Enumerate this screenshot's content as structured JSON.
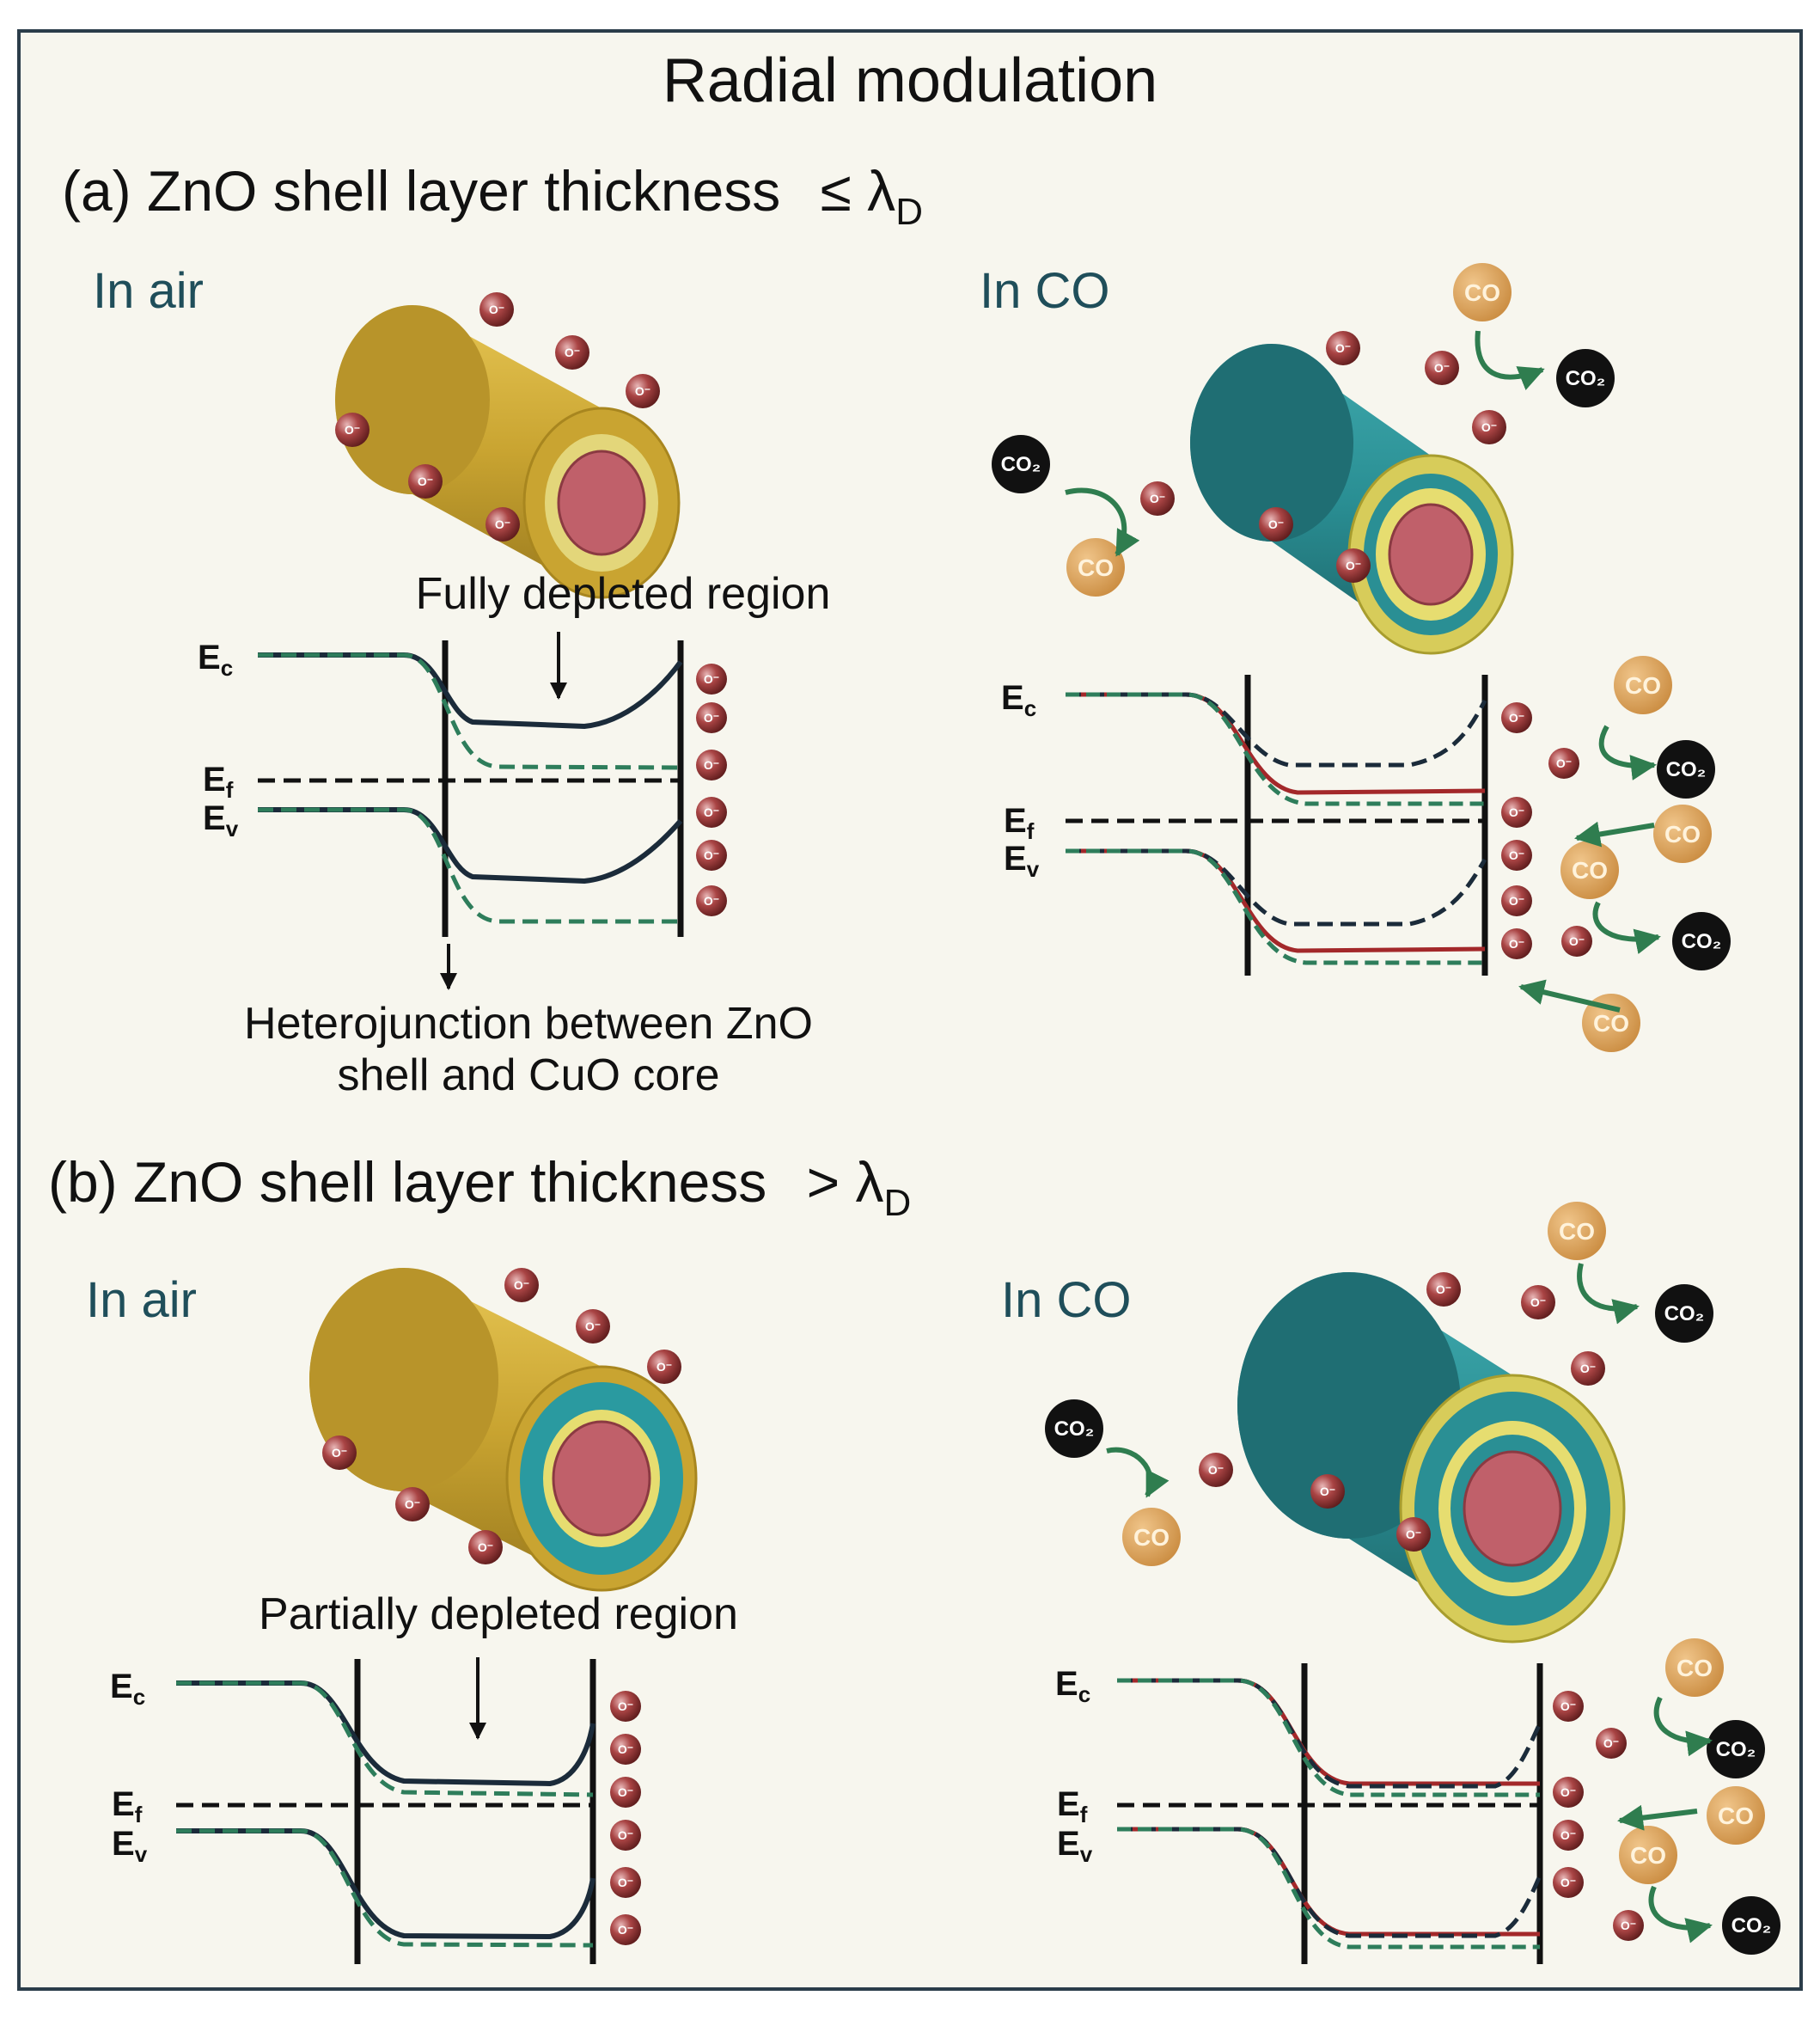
{
  "title": "Radial modulation",
  "section_a": {
    "prefix": "(a) ZnO shell layer thickness",
    "relation": "≤ λ",
    "subscript": "D",
    "left_env": "In air",
    "right_env": "In CO",
    "annotation_top": "Fully depleted region",
    "annotation_bottom_line1": "Heterojunction between ZnO",
    "annotation_bottom_line2": "shell and CuO core"
  },
  "section_b": {
    "prefix": "(b) ZnO shell layer thickness",
    "relation": "> λ",
    "subscript": "D",
    "left_env": "In air",
    "right_env": "In CO",
    "annotation_top": "Partially depleted region"
  },
  "band_labels": {
    "ec": "E",
    "ec_sub": "c",
    "ef": "E",
    "ef_sub": "f",
    "ev": "E",
    "ev_sub": "v"
  },
  "molecules": {
    "co": "CO",
    "co2": "CO₂",
    "oxygen_ion": "O⁻"
  },
  "colors": {
    "shell_air": "#c9a431",
    "shell_co": "#2a8f94",
    "core": "#c0606a",
    "depletion_inner": "#e9e27a",
    "oxygen": "#8a2c2c",
    "co": "#d59a4f",
    "co2": "#111111",
    "solid_band": "#1b2b3a",
    "dashed_green": "#2e7d5b",
    "co_band": "#a3282a"
  }
}
